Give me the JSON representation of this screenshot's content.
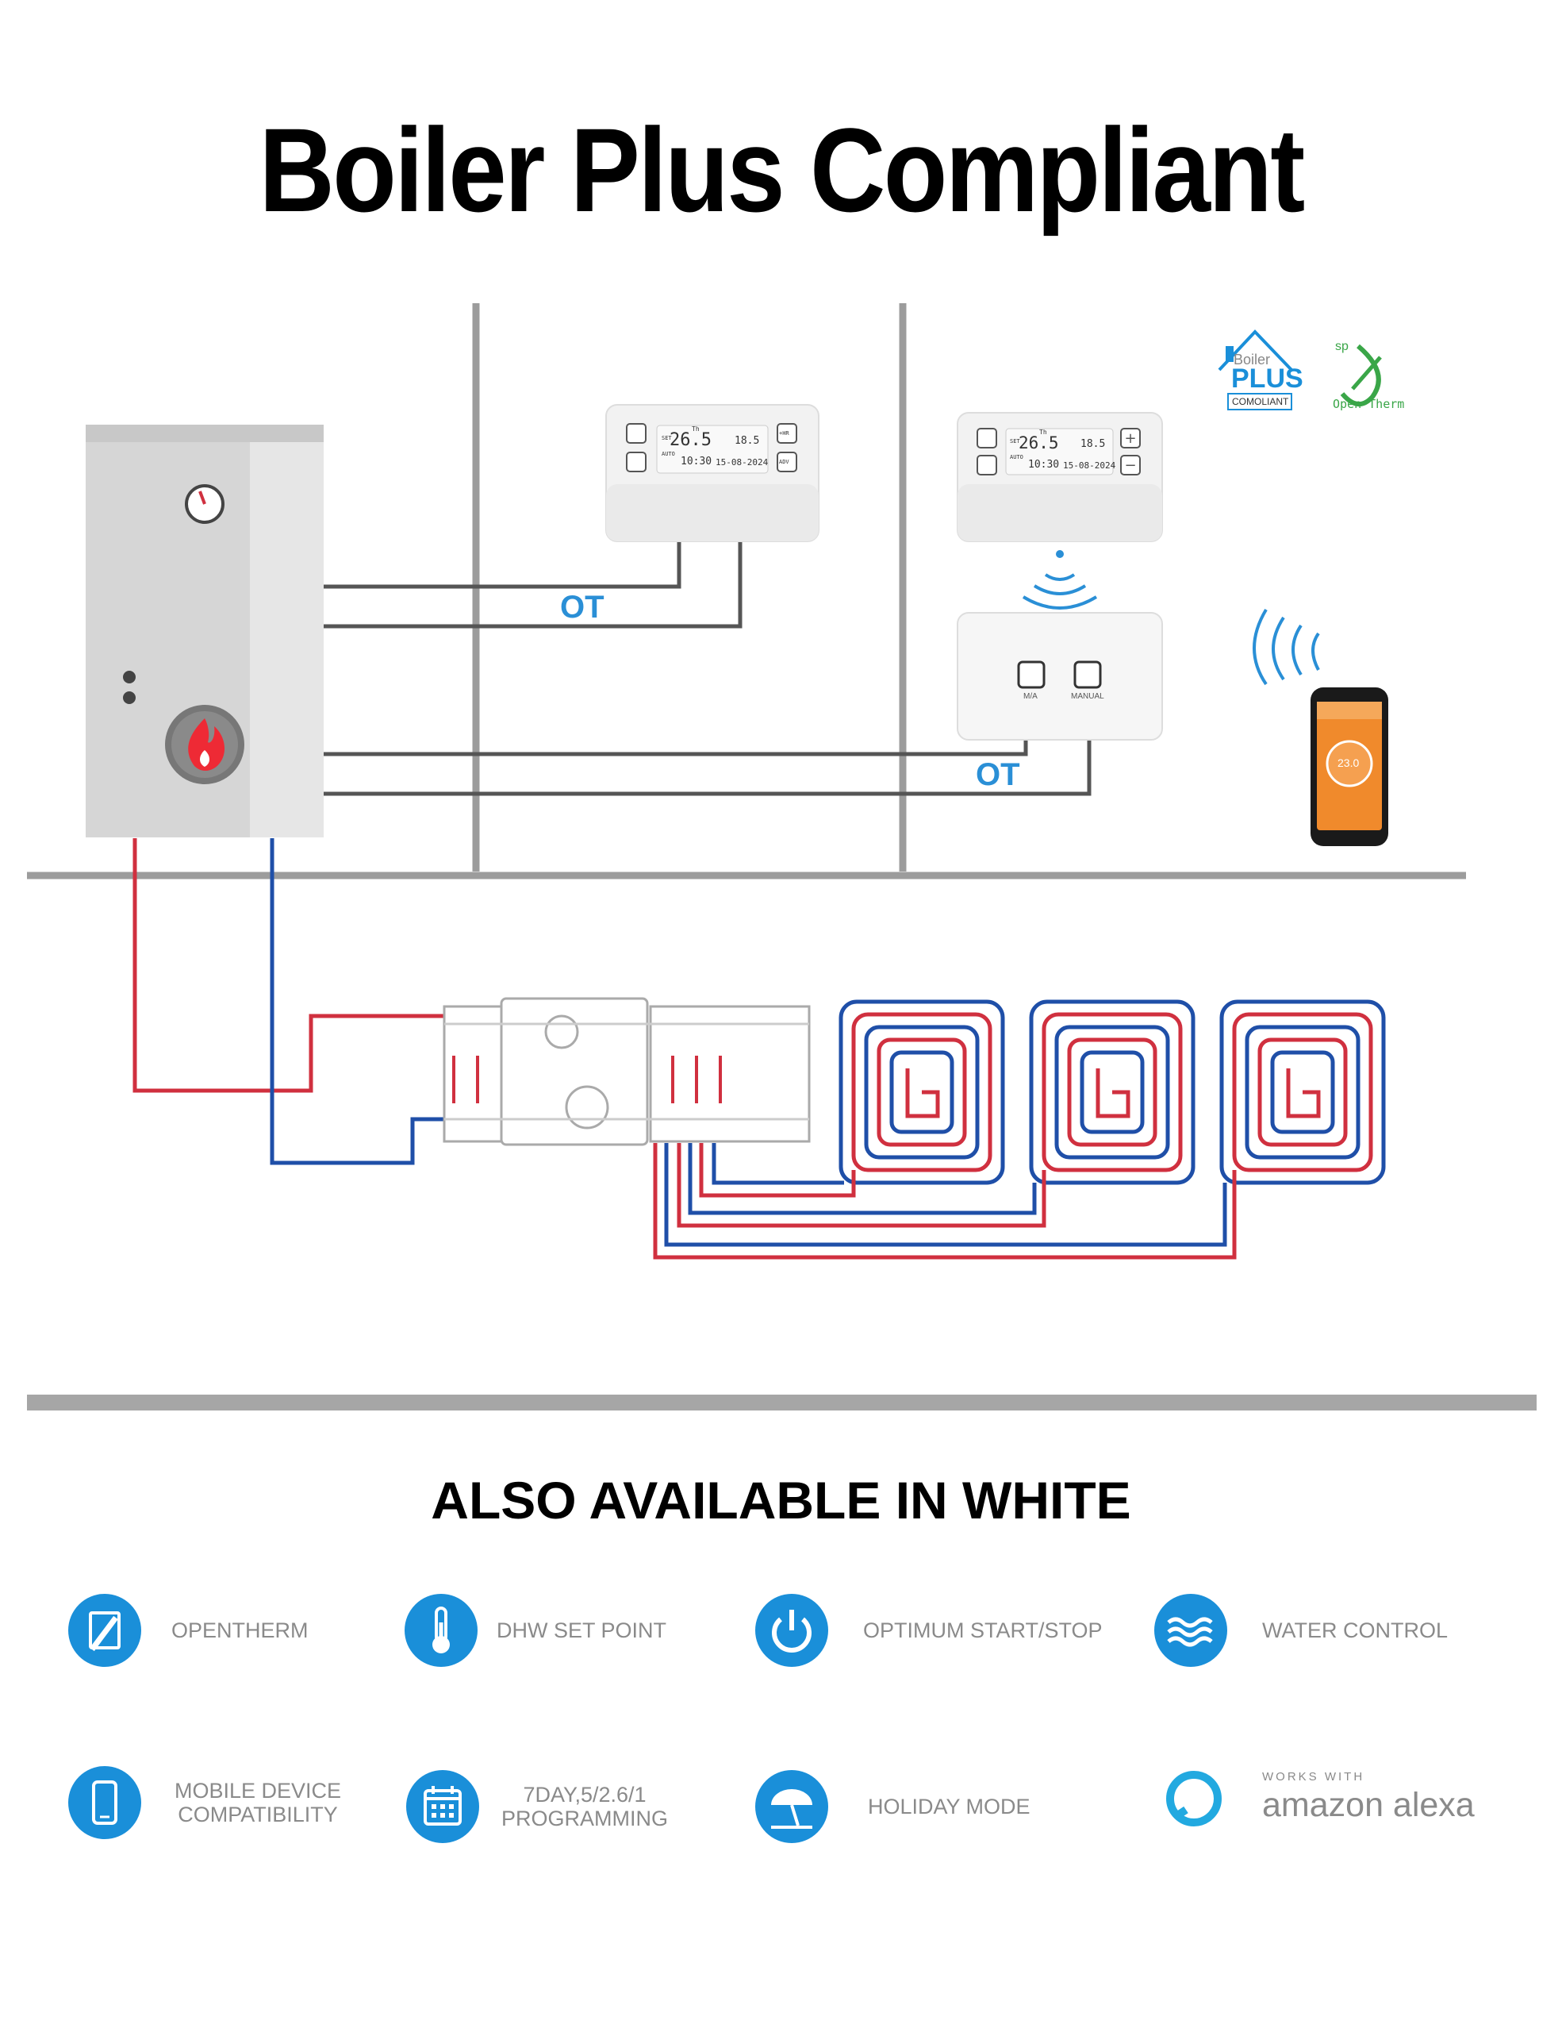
{
  "title": "Boiler Plus Compliant",
  "ot_labels": [
    "OT",
    "OT"
  ],
  "thermostat": {
    "set_label": "SET",
    "set_temp": "26.5",
    "room_temp": "18.5",
    "mode": "AUTO",
    "time": "10:30",
    "date": "15-08-2024",
    "day": "Th",
    "button_hr": "+HR",
    "button_adv": "ADV"
  },
  "receiver": {
    "button1_label": "M/A",
    "button2_label": "MANUAL"
  },
  "phone": {
    "temp": "23.0"
  },
  "logos": {
    "boiler_plus_line1": "Boiler",
    "boiler_plus_line2": "PLUS",
    "boiler_plus_line3": "COMOLIANT",
    "opentherm_sp": "sp",
    "opentherm_text": "Open Therm"
  },
  "also_available": "ALSO AVAILABLE IN WHITE",
  "features": [
    {
      "label": "OPENTHERM",
      "icon": "pencil-icon"
    },
    {
      "label": "DHW SET POINT",
      "icon": "thermometer-icon"
    },
    {
      "label": "OPTIMUM START/STOP",
      "icon": "power-icon"
    },
    {
      "label": "WATER CONTROL",
      "icon": "waves-icon"
    },
    {
      "label_line1": "MOBILE DEVICE",
      "label_line2": "COMPATIBILITY",
      "icon": "phone-icon"
    },
    {
      "label_line1": "7DAY,5/2.6/1",
      "label_line2": "PROGRAMMING",
      "icon": "calendar-icon"
    },
    {
      "label": "HOLIDAY MODE",
      "icon": "umbrella-icon"
    }
  ],
  "alexa": {
    "small": "WORKS WITH",
    "big": "amazon alexa",
    "icon": "alexa-ring-icon"
  },
  "colors": {
    "accent_blue": "#1a8fd9",
    "ot_blue": "#2a8fd6",
    "pipe_red": "#d0303f",
    "pipe_blue": "#1f4fa8",
    "wall_gray": "#9c9c9c",
    "phone_orange": "#f08a2c"
  }
}
